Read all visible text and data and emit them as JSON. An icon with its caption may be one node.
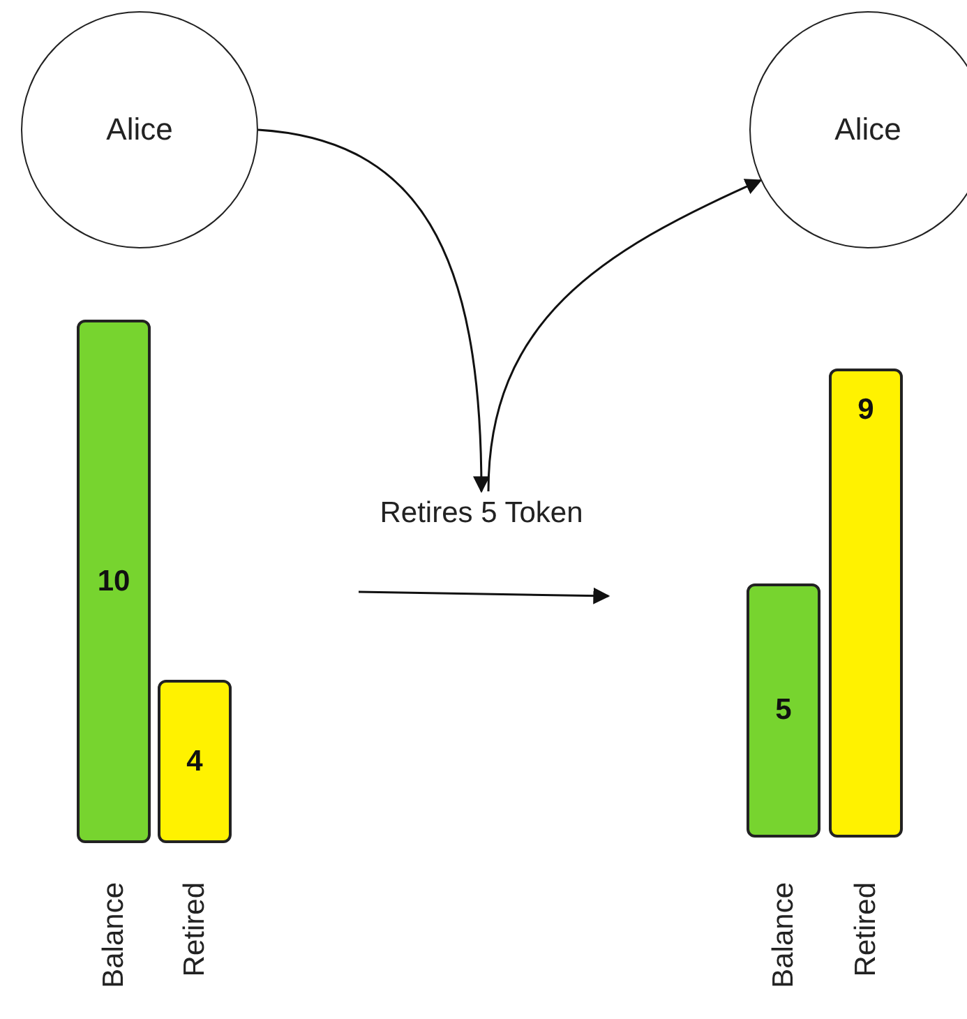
{
  "diagram": {
    "nodes": [
      {
        "text": [
          "Alice"
        ]
      },
      {
        "text": [
          "Alice"
        ]
      },
      {
        "text": [
          "Retires 5 Token"
        ]
      },
      {
        "text": [
          "10"
        ],
        "beside": [
          "Balance"
        ]
      },
      {
        "text": [
          "4"
        ],
        "beside": [
          "Retired"
        ]
      },
      {
        "text": [
          "5"
        ],
        "beside": [
          "Balance"
        ]
      },
      {
        "text": [
          "9"
        ],
        "beside": [
          "Retired"
        ]
      }
    ],
    "edges": [
      {
        "from": 0,
        "to": 2,
        "arrow": "to"
      },
      {
        "from": 2,
        "to": 1,
        "arrow": "to"
      }
    ]
  }
}
